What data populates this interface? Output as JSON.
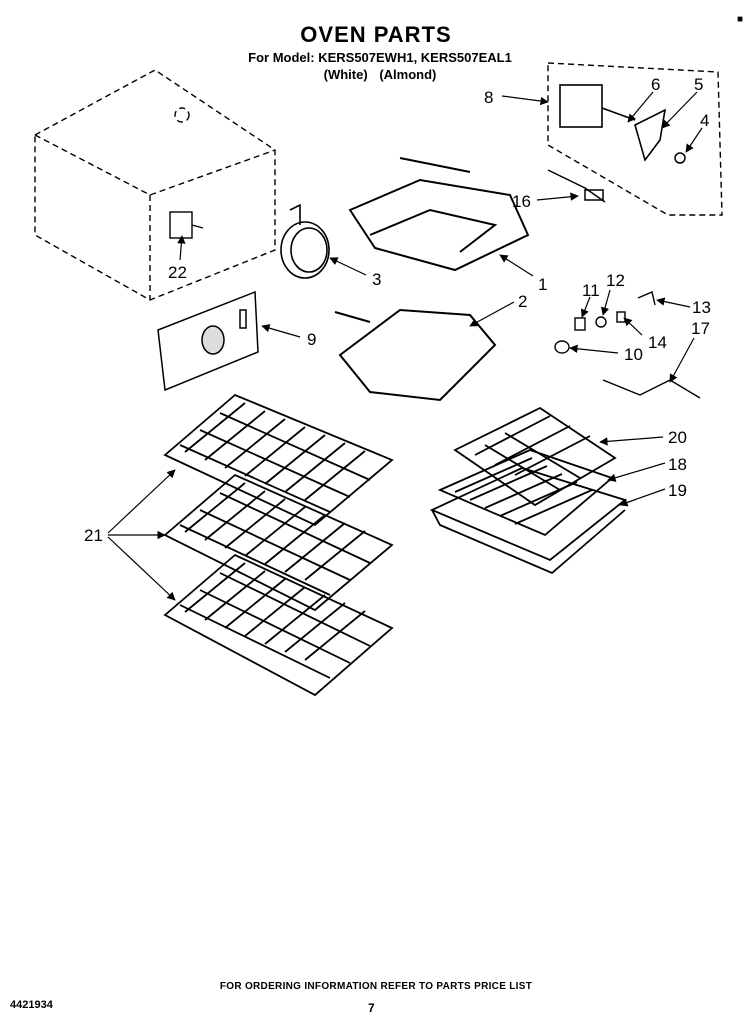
{
  "title": "OVEN PARTS",
  "model_line": "For Model: KERS507EWH1, KERS507EAL1",
  "color_white": "(White)",
  "color_almond": "(Almond)",
  "footer_text": "FOR ORDERING INFORMATION REFER TO PARTS PRICE LIST",
  "document_number": "4421934",
  "page_number": "7",
  "callouts": {
    "c1": "1",
    "c2": "2",
    "c3": "3",
    "c4": "4",
    "c5": "5",
    "c6": "6",
    "c8": "8",
    "c9": "9",
    "c10": "10",
    "c11": "11",
    "c12": "12",
    "c13": "13",
    "c14": "14",
    "c16": "16",
    "c17": "17",
    "c18": "18",
    "c19": "19",
    "c20": "20",
    "c21": "21",
    "c22": "22"
  },
  "colors": {
    "ink": "#000000",
    "paper": "#ffffff"
  }
}
